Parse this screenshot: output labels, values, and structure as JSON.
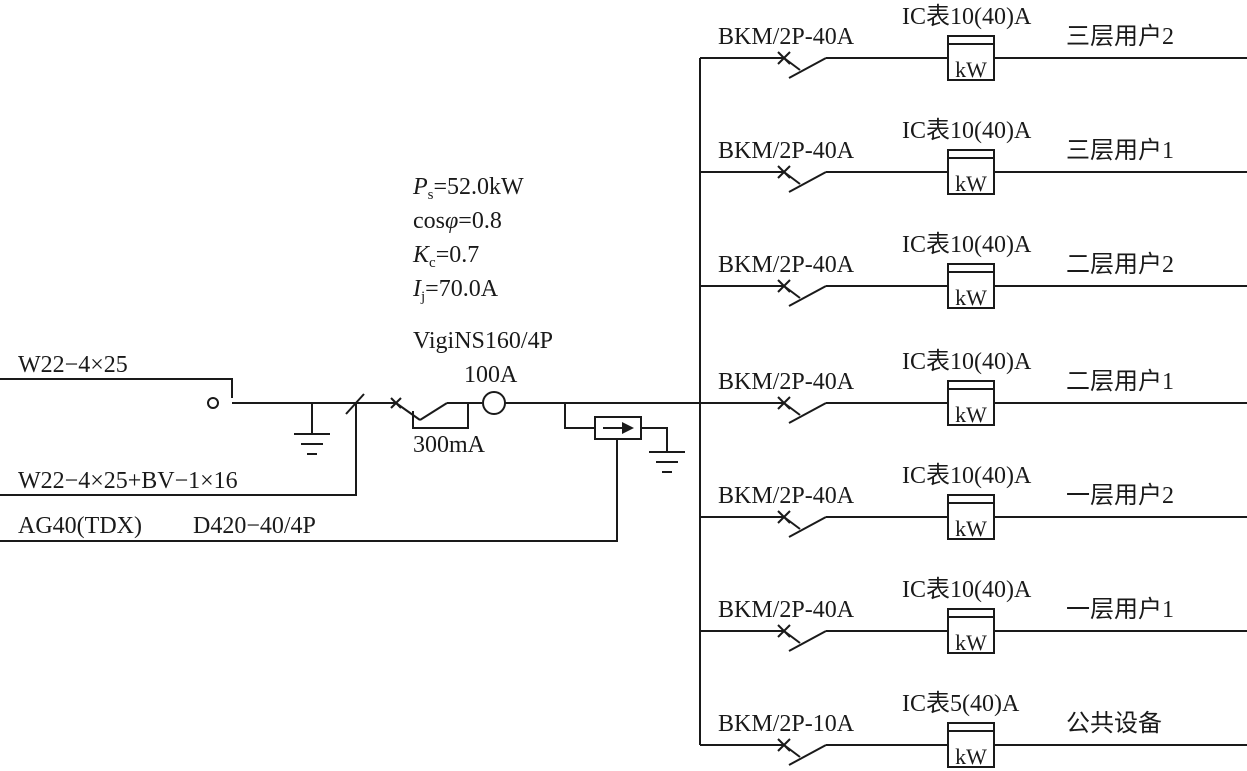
{
  "incoming": {
    "cable_1": "W22−4×25",
    "cable_2": "W22−4×25+BV−1×16",
    "signal_line": "AG40(TDX)",
    "spd": "D420−40/4P"
  },
  "load_params": {
    "ps": {
      "symbol": "P",
      "sub": "s",
      "value": "=52.0kW"
    },
    "cos": {
      "prefix": "cos",
      "symbol": "φ",
      "value": "=0.8"
    },
    "kc": {
      "symbol": "K",
      "sub": "c",
      "value": "=0.7"
    },
    "ij": {
      "symbol": "I",
      "sub": "j",
      "value": "=70.0A"
    }
  },
  "main_breaker": {
    "model": "VigiNS160/4P",
    "rating": "100A",
    "leakage": "300mA"
  },
  "branches": [
    {
      "breaker": "BKM/2P-40A",
      "meter": "IC表10(40)A",
      "meter_unit": "kW",
      "load": "三层用户2"
    },
    {
      "breaker": "BKM/2P-40A",
      "meter": "IC表10(40)A",
      "meter_unit": "kW",
      "load": "三层用户1"
    },
    {
      "breaker": "BKM/2P-40A",
      "meter": "IC表10(40)A",
      "meter_unit": "kW",
      "load": "二层用户2"
    },
    {
      "breaker": "BKM/2P-40A",
      "meter": "IC表10(40)A",
      "meter_unit": "kW",
      "load": "二层用户1"
    },
    {
      "breaker": "BKM/2P-40A",
      "meter": "IC表10(40)A",
      "meter_unit": "kW",
      "load": "一层用户2"
    },
    {
      "breaker": "BKM/2P-40A",
      "meter": "IC表10(40)A",
      "meter_unit": "kW",
      "load": "一层用户1"
    },
    {
      "breaker": "BKM/2P-10A",
      "meter": "IC表5(40)A",
      "meter_unit": "kW",
      "load": "公共设备"
    }
  ]
}
